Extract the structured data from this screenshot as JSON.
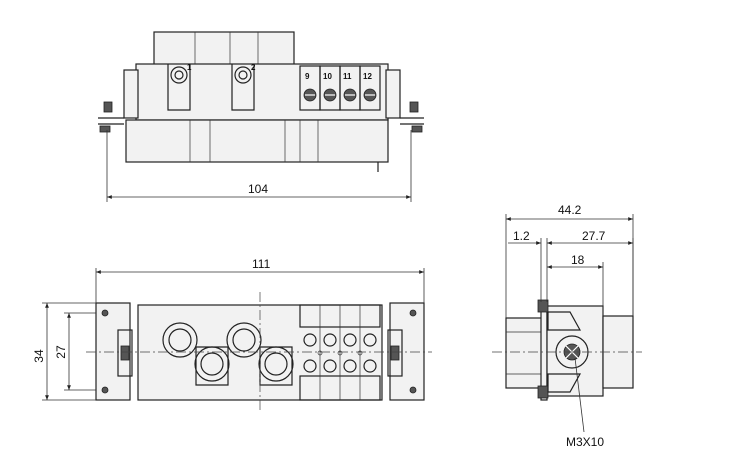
{
  "top_view": {
    "pin_labels": [
      "1",
      "2",
      "9",
      "10",
      "11",
      "12"
    ],
    "width_dim": "104"
  },
  "front_view": {
    "width_dim": "111",
    "height_outer_dim": "34",
    "height_inner_dim": "27"
  },
  "side_view": {
    "overall_dim": "44.2",
    "offset_dim": "1.2",
    "depth_dim": "27.7",
    "inner_dim": "18",
    "screw_label": "M3X10"
  },
  "colors": {
    "line": "#222222",
    "background": "#ffffff"
  }
}
